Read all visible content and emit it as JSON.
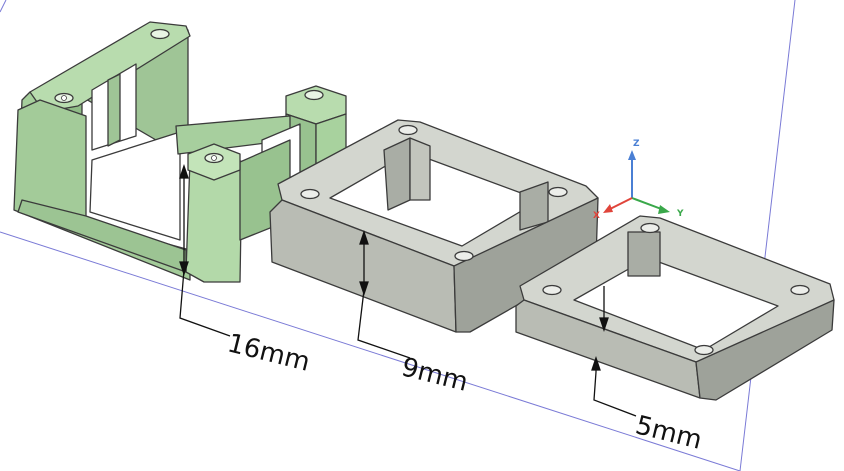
{
  "dimensions": {
    "spacer_large": "16mm",
    "spacer_medium": "9mm",
    "spacer_small": "5mm"
  },
  "axes": {
    "x": "X",
    "y": "Y",
    "z": "Z"
  },
  "colors": {
    "part_green": "#a9d0a0",
    "part_green_dark": "#7fae77",
    "part_grey": "#b8bcb4",
    "part_grey_dark": "#8e928a",
    "axis_x": "#e0443a",
    "axis_y": "#3aa84a",
    "axis_z": "#4a7fd4",
    "plane_line": "#6a6ad0"
  }
}
